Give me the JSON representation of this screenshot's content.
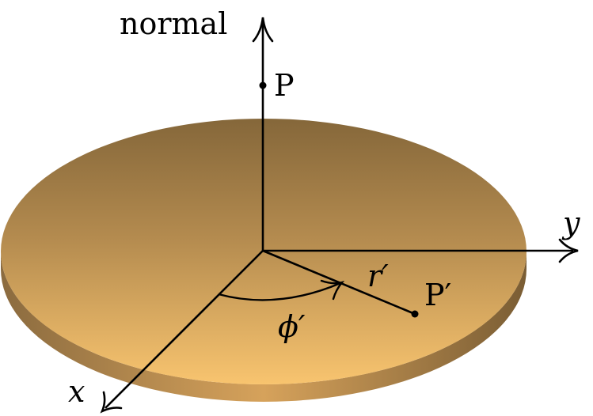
{
  "labels": {
    "normal": "normal",
    "point_p": "P",
    "point_p_prime": "P′",
    "axis_x": "x",
    "axis_y": "y",
    "radius": "r′",
    "angle": "ϕ′"
  },
  "colors": {
    "disk_top_dark": "#8a6a3a",
    "disk_top_mid": "#c89b56",
    "disk_top_light": "#f6c26c",
    "disk_edge_dark": "#7d6037",
    "disk_edge_light": "#c59a58",
    "line": "#000000"
  }
}
